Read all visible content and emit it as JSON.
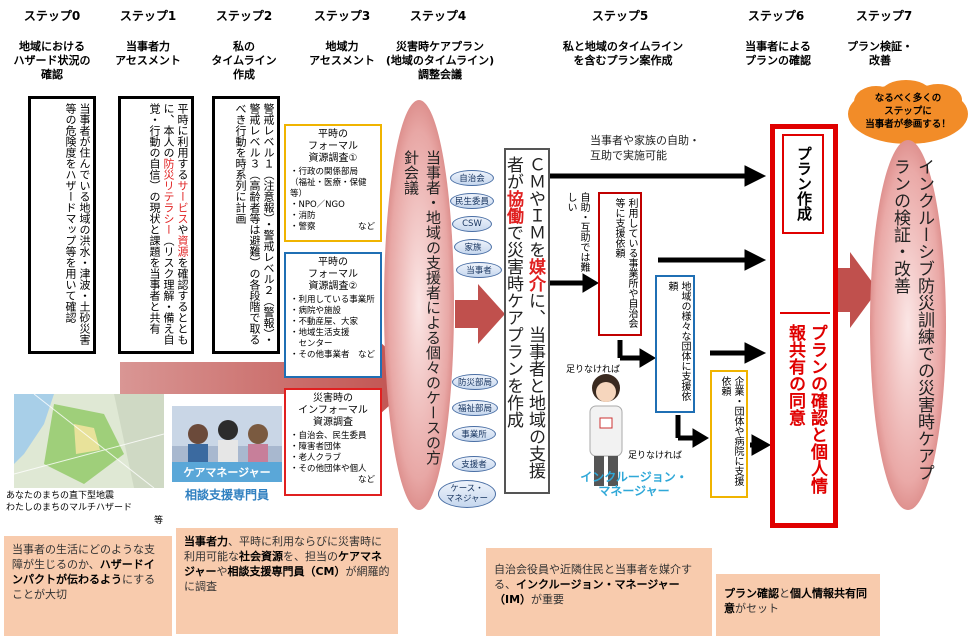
{
  "steps": [
    {
      "label": "ステップ0",
      "title": "地域における\nハザード状況の\n確認"
    },
    {
      "label": "ステップ1",
      "title": "当事者力\nアセスメント"
    },
    {
      "label": "ステップ2",
      "title": "私の\nタイムライン\n作成"
    },
    {
      "label": "ステップ3",
      "title": "地域力\nアセスメント"
    },
    {
      "label": "ステップ4",
      "title": "災害時ケアプラン\n(地域のタイムライン)\n調整会議"
    },
    {
      "label": "ステップ5",
      "title": "私と地域のタイムライン\nを含むプラン案作成"
    },
    {
      "label": "ステップ6",
      "title": "当事者による\nプランの確認"
    },
    {
      "label": "ステップ7",
      "title": "プラン検証・\n改善"
    }
  ],
  "step0_box": "当事者が住んでいる地域の洪水・津波・土砂災害等の危険度をハザードマップ等を用いて確認",
  "step1_box": {
    "part1": "平時に利用する",
    "red1": "サービス",
    "part2": "や",
    "red2": "資源",
    "part3": "を確認するとともに、本人の",
    "red3": "防災リテラシー",
    "part4": "（リスク理解・備え自覚・行動の自信）の現状と課題を当事者と共有"
  },
  "step2_box": "警戒レベル１（注意報）・警戒レベル２（警報）・警戒レベル３（高齢者等は避難）の各段階で取るべき行動を時系列に計画",
  "step3_boxes": [
    {
      "title": "平時の\nフォーマル\n資源調査①",
      "items": [
        "・行政の関係部局",
        "（福祉・医療・保健等）",
        "・NPO／NGO",
        "・消防",
        "・警察　　　　　など"
      ],
      "border": "#f0b400"
    },
    {
      "title": "平時の\nフォーマル\n資源調査②",
      "items": [
        "・利用している事業所",
        "・病院や施設",
        "・不動産屋、大家",
        "・地域生活支援",
        "　センター",
        "・その他事業者　など"
      ],
      "border": "#1f6fb4"
    },
    {
      "title": "災害時の\nインフォーマル\n資源調査",
      "items": [
        "・自治会、民生委員",
        "・障害者団体",
        "・老人クラブ",
        "・その他団体や個人",
        "　　　　　　　　など"
      ],
      "border": "#e02020"
    }
  ],
  "meeting_text": "当事者・地域の支援者による個々のケースの方針会議",
  "pills_top": [
    "自治会",
    "民生委員",
    "CSW",
    "家族",
    "当事者"
  ],
  "pills_bottom": [
    "防災部局",
    "福祉部局",
    "事業所",
    "支援者",
    "ケース・\nマネジャー"
  ],
  "cm_box": {
    "p1": "ＣＭやＩＭを",
    "red1": "媒介",
    "p2": "に、当事者と地域の支援者が",
    "red2": "協働",
    "p3": "で災害時ケアプランを作成"
  },
  "top_flow_text": "当事者や家族の自助・\n互助で実施可能",
  "difficult_text": "自助・互助では難しい",
  "support_box1": "利用している事業所や自治会等に支援依頼",
  "support_box2": "地域の様々な団体に支援依頼",
  "support_box3": "企業・団体や病院に支援依頼",
  "not_enough1": "足りなければ",
  "not_enough2": "足りなければ",
  "plan_box": "プラン作成",
  "plan_confirm": "プランの確認と個人情報共有の同意",
  "cloud_text": "なるべく多くの\nステップに\n当事者が参画する！",
  "verify_text": "インクルーシブ防災訓練での災害時ケアプランの検証・改善",
  "map_caption": "あなたのまちの直下型地震\nわたしのまちのマルチハザード",
  "map_caption_suffix": "等",
  "care_banner": "ケアマネージャー",
  "care_label": "相談支援専門員",
  "im_label": "インクルージョン・\nマネージャー",
  "callouts": [
    {
      "pre": "当事者の生活にどのような支障が生じるのか、",
      "bold": "ハザードインパクトが伝わるよう",
      "post": "にすることが大切"
    },
    {
      "b1": "当事者力",
      "t1": "、平時に利用ならびに災害時に利用可能な",
      "b2": "社会資源",
      "t2": "を、担当の",
      "b3": "ケアマネジャー",
      "t3": "や",
      "b4": "相談支援専門員（CM）",
      "t4": "が網羅的に調査"
    },
    {
      "t1": "自治会役員や近隣住民と当事者を媒介する、",
      "b1": "インクルージョン・マネージャー（IM）",
      "t2": "が重要"
    },
    {
      "b1": "プラン確認",
      "t1": "と",
      "b2": "個人情報共有同意",
      "t2": "がセット"
    }
  ],
  "colors": {
    "arrow_red": "#c0504d",
    "plan_red": "#e00000",
    "callout_bg": "#f8cbad",
    "pill_blue": "#4a6fa5",
    "arrow_blue": "#4f81bd"
  }
}
